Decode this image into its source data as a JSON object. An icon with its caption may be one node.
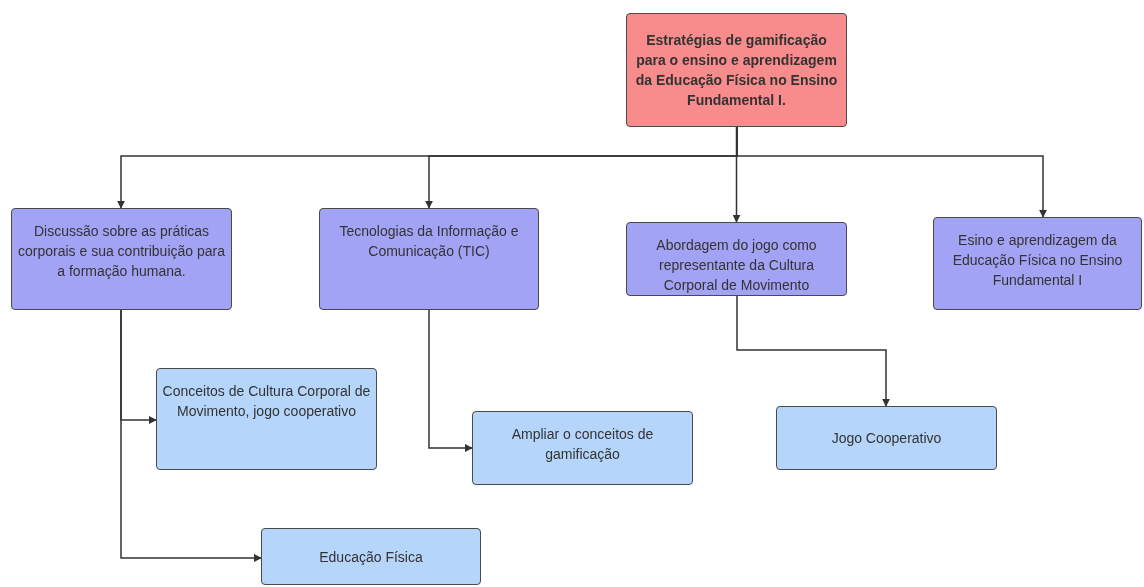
{
  "diagram": {
    "nodes": [
      {
        "text": [
          "Estratégias de gamificação para o ensino e aprendizagem da Educação Física no Ensino Fundamental I."
        ]
      },
      {
        "text": [
          "Discussão sobre as práticas corporais e sua contribuição para a formação humana."
        ]
      },
      {
        "text": [
          "Tecnologias da Informação e Comunicação (TIC)"
        ]
      },
      {
        "text": [
          "Abordagem do jogo como representante da Cultura Corporal de Movimento"
        ]
      },
      {
        "text": [
          "Esino e aprendizagem da Educação Física no Ensino Fundamental I"
        ]
      },
      {
        "text": [
          "Conceitos de Cultura Corporal de Movimento, jogo cooperativo"
        ]
      },
      {
        "text": [
          "Ampliar o conceitos de gamificação"
        ]
      },
      {
        "text": [
          "Jogo Cooperativo"
        ]
      },
      {
        "text": [
          "Educação Física"
        ]
      }
    ],
    "edges": [
      {
        "from": 0,
        "to": 1,
        "arrow": "to"
      },
      {
        "from": 0,
        "to": 2,
        "arrow": "to"
      },
      {
        "from": 0,
        "to": 3,
        "arrow": "to"
      },
      {
        "from": 0,
        "to": 4,
        "arrow": "to"
      },
      {
        "from": 1,
        "to": 5,
        "arrow": "to"
      },
      {
        "from": 1,
        "to": 8,
        "arrow": "to"
      },
      {
        "from": 2,
        "to": 6,
        "arrow": "to"
      },
      {
        "from": 3,
        "to": 7,
        "arrow": "to"
      }
    ]
  }
}
